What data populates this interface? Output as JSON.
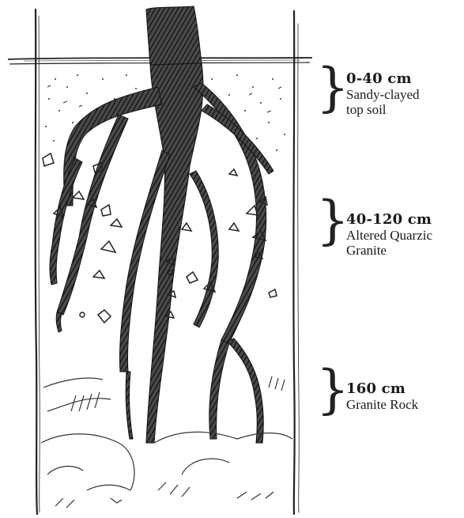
{
  "layers": [
    {
      "depth": "0-40 cm",
      "description_line1": "Sandy-clayed",
      "description_line2": "top soil"
    },
    {
      "depth": "40-120 cm",
      "description_line1": "Altered Quarzic",
      "description_line2": "Granite"
    },
    {
      "depth": "160 cm",
      "description_line1": "Granite Rock",
      "description_line2": ""
    }
  ]
}
